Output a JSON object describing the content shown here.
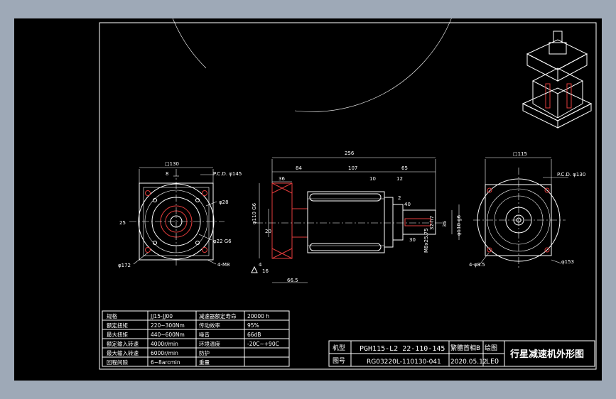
{
  "colors": {
    "background": "#9ea9b7",
    "canvas": "#000000",
    "line": "#ffffff",
    "accent": "#e23b3b"
  },
  "front_view": {
    "square": "□130",
    "key_width": "8",
    "pcd": "P.C.D. φ145",
    "shaft": "φ28",
    "pilot": "φ22 G6",
    "key_depth": "25",
    "outer": "φ172",
    "holes": "4-M8"
  },
  "side_view": {
    "total_length": "256",
    "body": "84",
    "mid": "107",
    "shaft_len": "65",
    "flange": "36",
    "d10": "10",
    "d12": "12",
    "d2": "2",
    "d40": "40",
    "d30": "30",
    "bore": "φ110 G6",
    "d20": "20",
    "d16": "16",
    "d4": "4",
    "d665": "66.5",
    "out_dia": "φ110 g6",
    "out_35": "35",
    "key32": "32 h7",
    "thread": "M8x25.75"
  },
  "rear_view": {
    "square": "□115",
    "pcd": "P.C.D. φ130",
    "holes": "4-φ8.5",
    "outer": "φ153"
  },
  "spec_table": {
    "rows": [
      [
        "规格",
        "JJ15-JJ00",
        "减速器额定寿命",
        "20000 h"
      ],
      [
        "额定扭矩",
        "220~300Nm",
        "传动效率",
        "95%"
      ],
      [
        "最大扭矩",
        "440~600Nm",
        "噪音",
        "66dB"
      ],
      [
        "额定输入转速",
        "4000r/min",
        "环境温度",
        "-20C~+90C"
      ],
      [
        "最大输入转速",
        "6000r/min",
        "防护",
        ""
      ],
      [
        "回程间隙",
        "6~8arcmin",
        "重量",
        ""
      ]
    ]
  },
  "title_block": {
    "model_label": "机型",
    "model": "PGH115-L2 22-110-145",
    "version": "繁體首相B",
    "drawing_label": "绘图",
    "number_label": "图号",
    "number": "RG03220L-110130-041",
    "date": "2020.05.12",
    "drawer": "LEO",
    "title": "行星减速机外形图"
  }
}
